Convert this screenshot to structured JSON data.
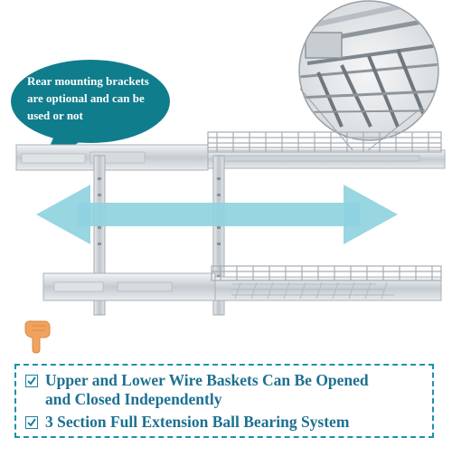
{
  "colors": {
    "bubble": "#0f7d8c",
    "arrow": "#8fd3e0",
    "text_blue": "#1d7092",
    "border_blue": "#1f8fb0",
    "chrome": "#c9ced3"
  },
  "callout": {
    "lines": [
      "Rear mounting brackets",
      "are optional and can be",
      "used or not"
    ]
  },
  "features": [
    {
      "icon": "check-icon",
      "lines": [
        "Upper and Lower Wire Baskets Can Be Opened",
        "and Closed Independently"
      ]
    },
    {
      "icon": "check-icon",
      "lines": [
        "3 Section Full Extension Ball Bearing System"
      ]
    }
  ],
  "icons": {
    "pointer": "pointing-finger-icon",
    "arrow": "double-headed-arrow-icon",
    "magnifier": "zoom-circle-icon"
  }
}
